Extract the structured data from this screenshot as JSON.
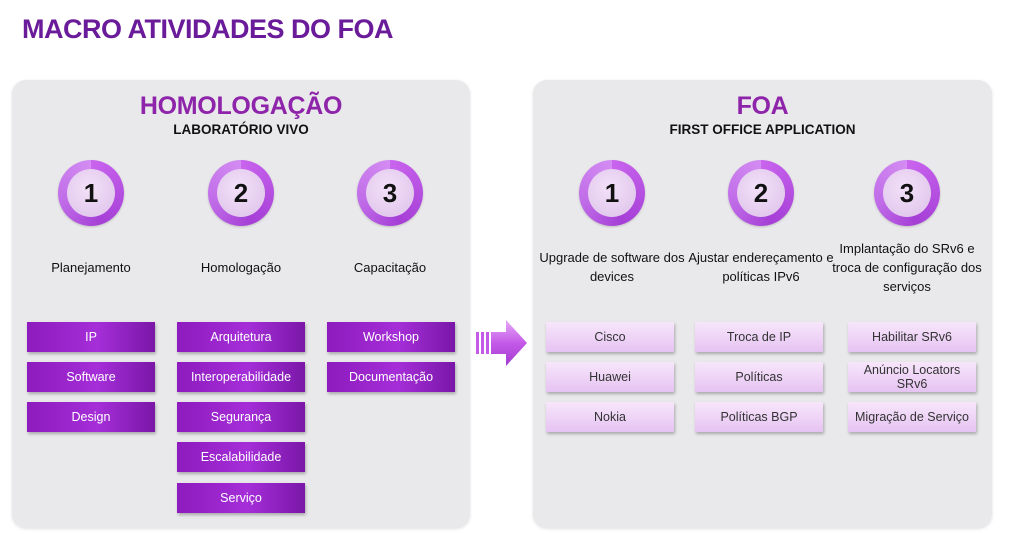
{
  "title": "MACRO ATIVIDADES DO FOA",
  "left_panel": {
    "title": "HOMOLOGAÇÃO",
    "subtitle": "LABORATÓRIO VIVO",
    "columns": [
      {
        "number": "1",
        "label": "Planejamento",
        "items": [
          "IP",
          "Software",
          "Design"
        ]
      },
      {
        "number": "2",
        "label": "Homologação",
        "items": [
          "Arquitetura",
          "Interoperabilidade",
          "Segurança",
          "Escalabilidade",
          "Serviço"
        ]
      },
      {
        "number": "3",
        "label": "Capacitação",
        "items": [
          "Workshop",
          "Documentação"
        ]
      }
    ]
  },
  "right_panel": {
    "title": "FOA",
    "subtitle": "FIRST OFFICE APPLICATION",
    "columns": [
      {
        "number": "1",
        "label": "Upgrade de software dos devices",
        "items": [
          "Cisco",
          "Huawei",
          "Nokia"
        ]
      },
      {
        "number": "2",
        "label": "Ajustar endereçamento e políticas IPv6",
        "items": [
          "Troca de IP",
          "Políticas",
          "Políticas BGP"
        ]
      },
      {
        "number": "3",
        "label": "Implantação do SRv6 e troca de configuração dos serviços",
        "items": [
          "Habilitar SRv6",
          "Anúncio Locators SRv6",
          "Migração de Serviço"
        ]
      }
    ]
  },
  "colors": {
    "title": "#6a1b9a",
    "panel_title": "#8e24aa",
    "dark_box": "#9a25cc",
    "light_box": "#efd6f7",
    "panel_bg": "#e9e9eb"
  },
  "icons": {
    "arrow": "right-arrow-icon"
  }
}
